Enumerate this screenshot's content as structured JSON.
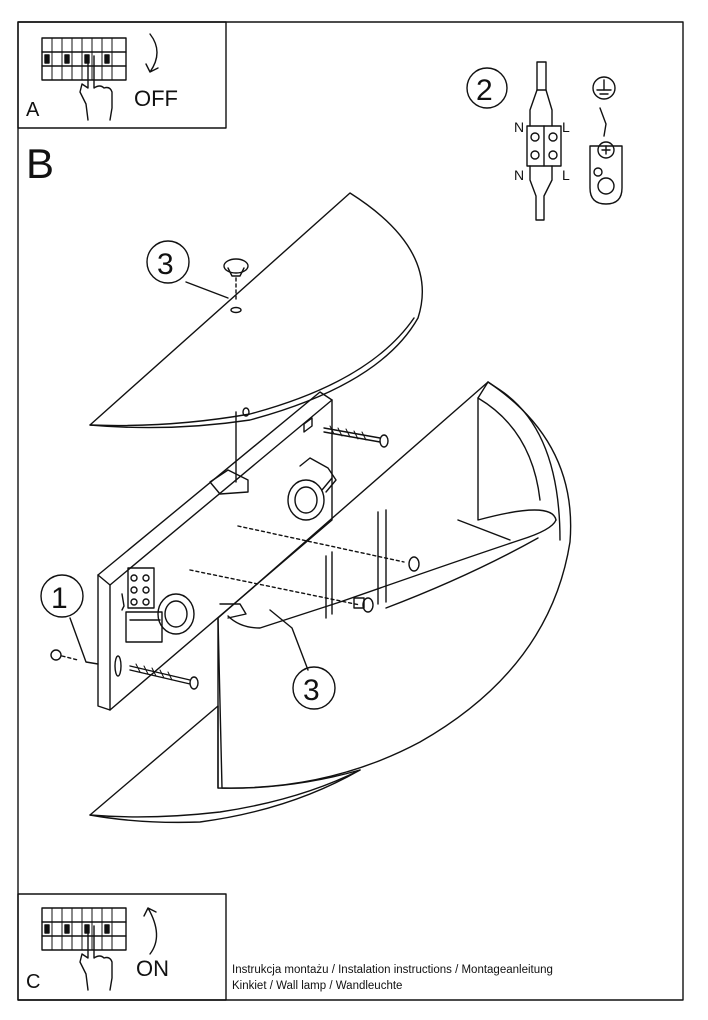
{
  "panels": {
    "a": {
      "letter": "A",
      "action": "OFF"
    },
    "b": {
      "letter": "B"
    },
    "c": {
      "letter": "C",
      "action": "ON"
    }
  },
  "wiring": {
    "step": "2",
    "neutral_top": "N",
    "live_top": "L",
    "neutral_bottom": "N",
    "live_bottom": "L"
  },
  "callouts": {
    "base": "1",
    "cap_screw": "3",
    "shade_screws": "3"
  },
  "footer": {
    "line1": "Instrukcja montażu / Instalation instructions / Montageanleitung",
    "line2": "Kinkiet  / Wall lamp / Wandleuchte"
  },
  "colors": {
    "ink": "#111111",
    "paper": "#ffffff"
  }
}
